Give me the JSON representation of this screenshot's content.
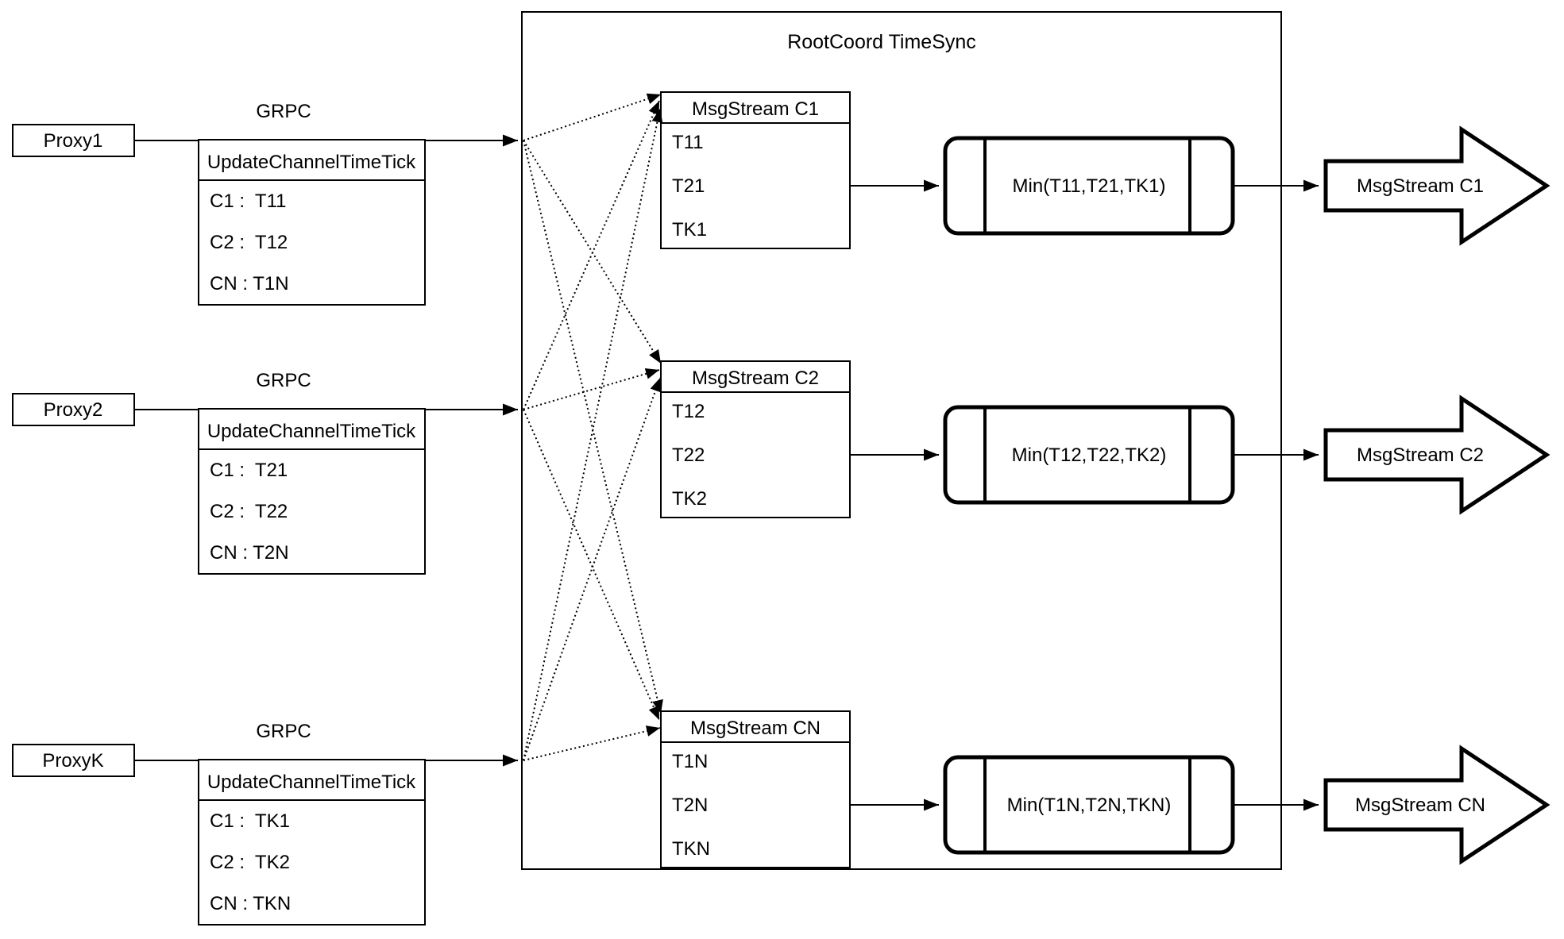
{
  "diagram": {
    "title": "RootCoord TimeSync",
    "colors": {
      "stroke": "#000000",
      "background": "#ffffff",
      "fill": "#ffffff"
    },
    "proxy_groups": [
      {
        "proxy": "Proxy1",
        "protocol": "GRPC",
        "message": {
          "title": "UpdateChannelTimeTick",
          "rows": [
            "C1 :  T11",
            "C2 :  T12",
            "CN : T1N"
          ]
        }
      },
      {
        "proxy": "Proxy2",
        "protocol": "GRPC",
        "message": {
          "title": "UpdateChannelTimeTick",
          "rows": [
            "C1 :  T21",
            "C2 :  T22",
            "CN : T2N"
          ]
        }
      },
      {
        "proxy": "ProxyK",
        "protocol": "GRPC",
        "message": {
          "title": "UpdateChannelTimeTick",
          "rows": [
            "C1 :  TK1",
            "C2 :  TK2",
            "CN : TKN"
          ]
        }
      }
    ],
    "channels": [
      {
        "stream_table": {
          "title": "MsgStream C1",
          "rows": [
            "T11",
            "T21",
            "TK1"
          ]
        },
        "min": "Min(T11,T21,TK1)",
        "output": "MsgStream C1"
      },
      {
        "stream_table": {
          "title": "MsgStream C2",
          "rows": [
            "T12",
            "T22",
            "TK2"
          ]
        },
        "min": "Min(T12,T22,TK2)",
        "output": "MsgStream C2"
      },
      {
        "stream_table": {
          "title": "MsgStream CN",
          "rows": [
            "T1N",
            "T2N",
            "TKN"
          ]
        },
        "min": "Min(T1N,T2N,TKN)",
        "output": "MsgStream CN"
      }
    ]
  }
}
